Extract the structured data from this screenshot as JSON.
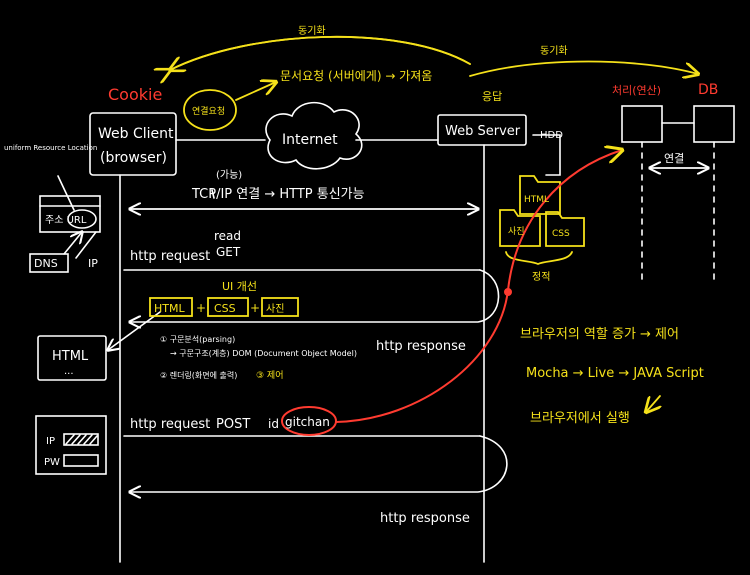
{
  "labels": {
    "cookie": "Cookie",
    "web_client_line1": "Web Client",
    "web_client_line2": "(browser)",
    "internet": "Internet",
    "web_server": "Web Server",
    "hdd": "HDD",
    "db": "DB",
    "sync_top": "동기화",
    "sync_right": "동기화",
    "talk_bubble": "연결요청",
    "flow_text": "문서요청 (서버에게) → 가져옴",
    "server_above": "응답",
    "process_label": "처리(연산)",
    "connect_label": "연결",
    "uri_note": "uniform Resource Location",
    "addr_url": "주소 URL",
    "dns": "DNS",
    "ip": "IP",
    "tcp_note": "(가능)",
    "tcp_line": "TCP/IP 연결 → HTTP 통신가능",
    "http_request_get": "http request",
    "read": "read",
    "get": "GET",
    "ui_title": "UI 개선",
    "html": "HTML",
    "plus": "+",
    "css": "CSS",
    "photo": "사진",
    "http_response_1": "http response",
    "html_box": "HTML",
    "dots": "...",
    "parse1": "① 구문분석(parsing)",
    "parse2": "→ 구문구조(계층) DOM (Document Object Model)",
    "parse3": "② 렌더링(화면에 출력)",
    "parse4": "③ 제어",
    "http_request_post": "http request",
    "post": "POST",
    "id_label": "id",
    "gitchan": "gitchan",
    "login_ip": "IP",
    "login_pw": "PW",
    "http_response_2": "http response",
    "folder_html": "HTML",
    "folder_photo": "사진",
    "folder_css": "CSS",
    "folder_caption": "정적",
    "yellow1": "브라우저의 역할 증가 → 제어",
    "yellow2": "Mocha → Live → JAVA Script",
    "yellow3": "브라우저에서 실행"
  },
  "colors": {
    "white": "#ffffff",
    "yellow": "#f5e11a",
    "red": "#ff3b30",
    "background": "#000000"
  }
}
